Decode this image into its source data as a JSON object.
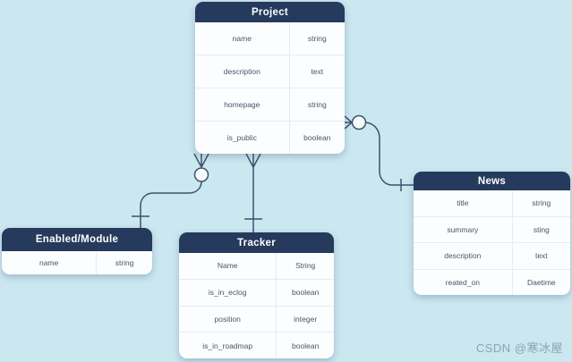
{
  "diagram": {
    "kind": "entity-relationship-diagram",
    "watermark": "CSDN @寒冰屋"
  },
  "colors": {
    "canvas_background": "#cbe7f0",
    "table_header": "#253a5c",
    "table_body": "#fbfdff",
    "row_divider": "#e7ebf1",
    "connector_line": "#3e526b",
    "header_text": "#ffffff",
    "cell_text": "#4a5568",
    "watermark_text": "#8fa2ae"
  },
  "tables": [
    {
      "title": "Project",
      "rows": [
        {
          "field": "name",
          "type": "string"
        },
        {
          "field": "description",
          "type": "text"
        },
        {
          "field": "homepage",
          "type": "string"
        },
        {
          "field": "is_public",
          "type": "boolean"
        }
      ]
    },
    {
      "title": "News",
      "rows": [
        {
          "field": "title",
          "type": "string"
        },
        {
          "field": "summary",
          "type": "sting"
        },
        {
          "field": "description",
          "type": "text"
        },
        {
          "field": "reated_on",
          "type": "Daetime"
        }
      ]
    },
    {
      "title": "Enabled/Module",
      "rows": [
        {
          "field": "name",
          "type": "string"
        }
      ]
    },
    {
      "title": "Tracker",
      "rows": [
        {
          "field": "Name",
          "type": "String"
        },
        {
          "field": "is_in_eclog",
          "type": "boolean"
        },
        {
          "field": "position",
          "type": "integer"
        },
        {
          "field": "is_in_roadmap",
          "type": "boolean"
        }
      ]
    }
  ],
  "relationships": [
    {
      "from": "Project",
      "to": "News",
      "from_cardinality": "zero-or-many",
      "to_cardinality": "one"
    },
    {
      "from": "Project",
      "to": "Enabled/Module",
      "from_cardinality": "zero-or-many",
      "to_cardinality": "one"
    },
    {
      "from": "Project",
      "to": "Tracker",
      "from_cardinality": "many",
      "to_cardinality": "one"
    }
  ]
}
